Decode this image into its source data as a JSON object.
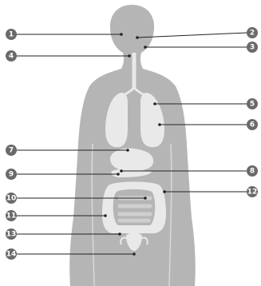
{
  "colors": {
    "body": "#b5b5b5",
    "organ": "#e9e9e9",
    "organ_outline": "#cfcfcf",
    "leader": "#222222",
    "marker": "#6a6a6a"
  },
  "markers": [
    {
      "number": "1",
      "side": "left"
    },
    {
      "number": "2",
      "side": "right"
    },
    {
      "number": "3",
      "side": "right"
    },
    {
      "number": "4",
      "side": "left"
    },
    {
      "number": "5",
      "side": "right"
    },
    {
      "number": "6",
      "side": "right"
    },
    {
      "number": "7",
      "side": "left"
    },
    {
      "number": "8",
      "side": "right"
    },
    {
      "number": "9",
      "side": "left"
    },
    {
      "number": "10",
      "side": "left"
    },
    {
      "number": "11",
      "side": "left"
    },
    {
      "number": "12",
      "side": "right"
    },
    {
      "number": "13",
      "side": "left"
    },
    {
      "number": "14",
      "side": "left"
    }
  ]
}
